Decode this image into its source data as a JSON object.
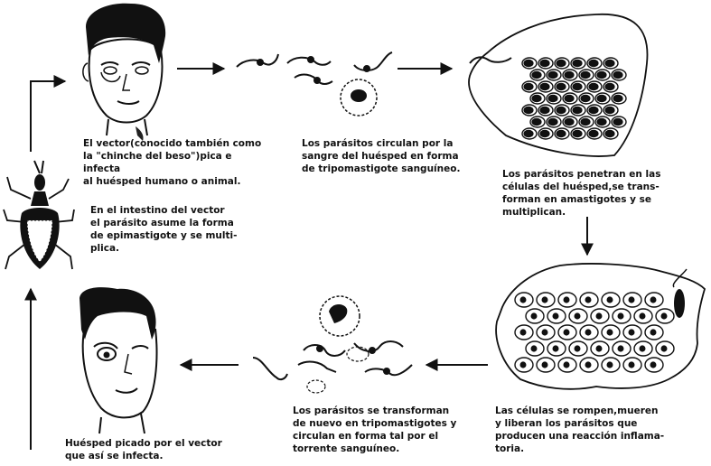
{
  "captions": {
    "vector_bite": "El vector(conocido también como\nla \"chinche del beso\")pica e infecta\nal huésped humano o animal.",
    "trypomastigote_circulation": "Los parásitos circulan por la\nsangre del huésped en forma\nde tripomastigote sanguíneo.",
    "cell_penetration": "Los parásitos penetran en las\ncélulas del huésped,se trans-\nforman en amastigotes y se\nmultiplican.",
    "epimastigote": "En el intestino del vector\nel parásito asume la forma\nde epimastigote y se multi-\nplica.",
    "cell_rupture": "Las células se rompen,mueren\ny liberan los parásitos que\nproducen una reacción inflama-\ntoria.",
    "retransformation": "Los parásitos se transforman\nde nuevo en tripomastigotes y\ncirculan en forma tal por el\ntorrente sanguíneo.",
    "new_host": "Huésped picado por el vector\nque así se infecta."
  },
  "colors": {
    "ink": "#111111",
    "paper": "#ffffff"
  },
  "icons": [
    "human-face-icon",
    "kissing-bug-icon",
    "parasite-icon",
    "infected-cell-icon",
    "arrow-icon"
  ]
}
